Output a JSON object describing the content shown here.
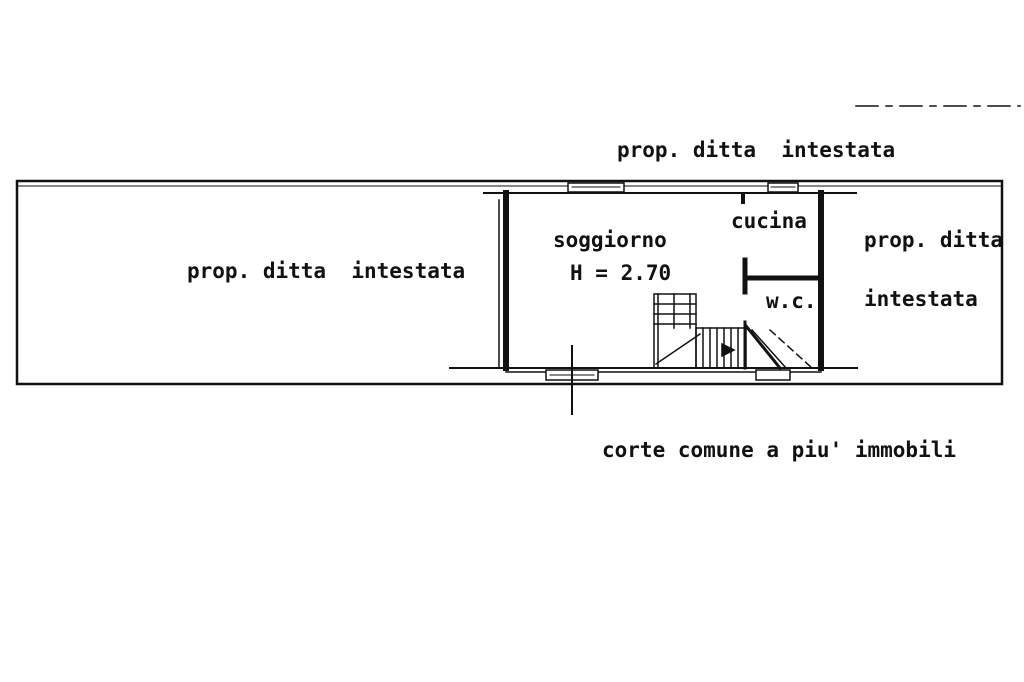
{
  "plan": {
    "top_neighbor": "prop. ditta  intestata",
    "left_neighbor": "prop. ditta  intestata",
    "right_neighbor_line1": "prop. ditta",
    "right_neighbor_line2": "intestata",
    "room_living": "soggiorno",
    "room_height": "H = 2.70",
    "room_kitchen": "cucina",
    "room_wc": "w.c.",
    "courtyard": "corte comune a piu' immobili"
  },
  "colors": {
    "line": "#111111",
    "background": "#ffffff"
  }
}
